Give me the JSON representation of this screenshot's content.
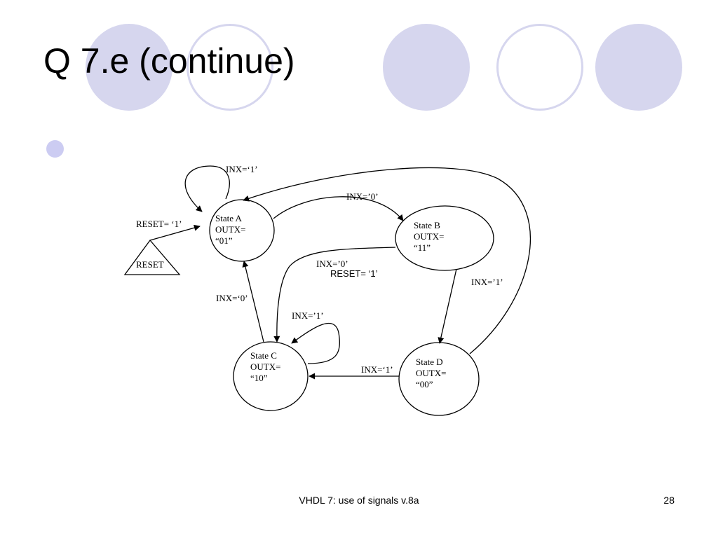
{
  "slide": {
    "title": "Q 7.e (continue)",
    "footer_text": "VHDL 7: use of signals v.8a",
    "page_number": "28",
    "accent_color": "#d6d6ee"
  },
  "diagram": {
    "states": [
      {
        "id": "A",
        "name": "State A",
        "output_label": "OUTX=",
        "output_value": "“01”"
      },
      {
        "id": "B",
        "name": "State B",
        "output_label": "OUTX=",
        "output_value": "“11”"
      },
      {
        "id": "C",
        "name": "State C",
        "output_label": "OUTX=",
        "output_value": "“10”"
      },
      {
        "id": "D",
        "name": "State D",
        "output_label": "OUTX=",
        "output_value": "“00”"
      }
    ],
    "reset_block": "RESET",
    "transitions": {
      "a_self": "INX=‘1’",
      "a_to_b": "INX=’0’",
      "reset_to_a": "RESET= ‘1’",
      "b_to_c": "INX=’0’",
      "b_to_c_reset": "RESET= ‘1’",
      "b_to_d": "INX=’1’",
      "c_to_a": "INX=‘0’",
      "c_self": "INX=’1’",
      "d_to_c": "INX=‘1’"
    }
  }
}
